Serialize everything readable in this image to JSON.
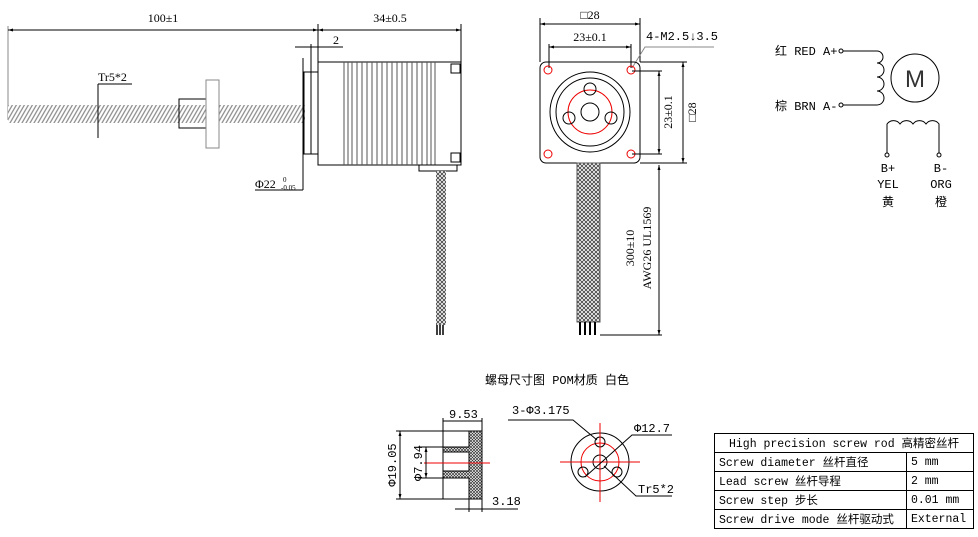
{
  "side_view": {
    "length_dim": "100±1",
    "motor_length_dim": "34±0.5",
    "flange_dim": "2",
    "thread_label": "Tr5*2",
    "pilot_dia": "Φ22",
    "pilot_tol_upper": "0",
    "pilot_tol_lower": "-0.05"
  },
  "front_view": {
    "square_top": "□28",
    "hole_spacing_h": "23±0.1",
    "hole_spec": "4-M2.5↓3.5",
    "hole_spacing_v": "23±0.1",
    "square_right": "□28",
    "cable_length": "300±10",
    "cable_spec": "AWG26 UL1569"
  },
  "wiring": {
    "a_plus": "红 RED A+",
    "a_minus": "棕 BRN A-",
    "motor_symbol": "M",
    "b_plus": "B+",
    "b_plus_color": "YEL",
    "b_plus_cn": "黄",
    "b_minus": "B-",
    "b_minus_color": "ORG",
    "b_minus_cn": "橙"
  },
  "nut": {
    "title": "螺母尺寸图 POM材质 白色",
    "width_dim": "9.53",
    "outer_dia": "Φ19.05",
    "hub_dia": "Φ7.94",
    "flange_thick": "3.18",
    "holes": "3-Φ3.175",
    "pcd": "Φ12.7",
    "thread": "Tr5*2"
  },
  "spec_table": {
    "header": "High precision screw rod  高精密丝杆",
    "rows": [
      {
        "label": "Screw diameter 丝杆直径",
        "value": "5 mm"
      },
      {
        "label": "Lead screw 丝杆导程",
        "value": "2 mm"
      },
      {
        "label": "Screw step 步长",
        "value": "0.01 mm"
      },
      {
        "label": "Screw drive mode 丝杆驱动式",
        "value": "External"
      }
    ]
  }
}
